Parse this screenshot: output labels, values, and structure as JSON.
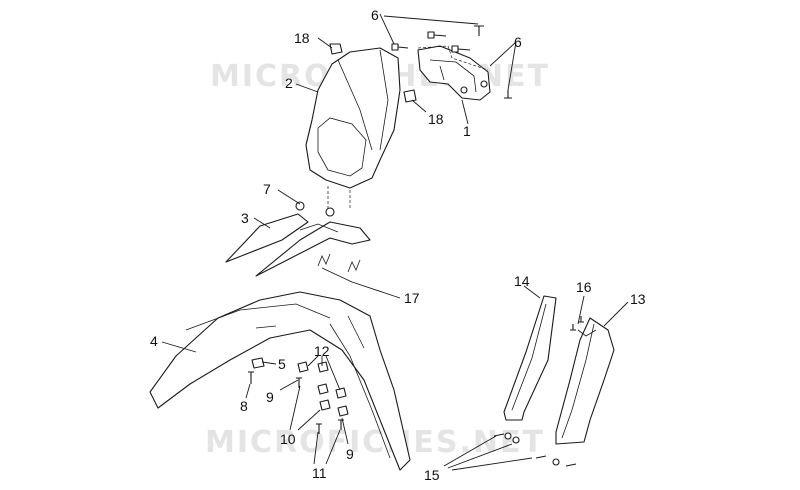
{
  "colors": {
    "line": "#1a1a1a",
    "watermark": "#e4e4e4",
    "background": "#ffffff"
  },
  "watermarks": [
    "MICROFICHES.NET",
    "MICROFICHES.NET"
  ],
  "callouts": {
    "c1": "1",
    "c2": "2",
    "c3": "3",
    "c4": "4",
    "c5": "5",
    "c6a": "6",
    "c6b": "6",
    "c7": "7",
    "c8": "8",
    "c9a": "9",
    "c9b": "9",
    "c10": "10",
    "c11": "11",
    "c12": "12",
    "c13": "13",
    "c14": "14",
    "c15": "15",
    "c16": "16",
    "c17": "17",
    "c18a": "18",
    "c18b": "18"
  }
}
